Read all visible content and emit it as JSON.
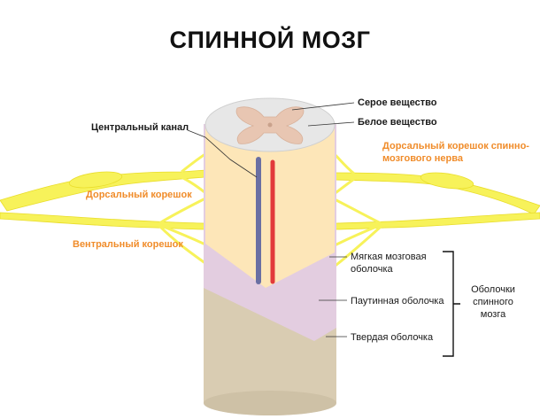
{
  "title": "СПИННОЙ МОЗГ",
  "labels": {
    "grey_matter": "Серое вещество",
    "white_matter": "Белое вещество",
    "central_canal": "Центральный канал",
    "dorsal_root_nerve_line1": "Дорсальный корешок спинно-",
    "dorsal_root_nerve_line2": "мозгового нерва",
    "dorsal_root": "Дорсальный корешок",
    "ventral_root": "Вентральный корешок",
    "pia_line1": "Мягкая мозговая",
    "pia_line2": "оболочка",
    "arachnoid": "Паутинная оболочка",
    "dura": "Твердая оболочка",
    "meninges_line1": "Оболочки",
    "meninges_line2": "спинного",
    "meninges_line3": "мозга"
  },
  "colors": {
    "cylinder": "#d9ccb2",
    "cylinder_dark": "#c4b69a",
    "arachnoid": "#e3cde0",
    "pia": "#fde6b8",
    "white_matter": "#e7e7e7",
    "grey_matter": "#e8c6b2",
    "nerves": "#f7f25a",
    "vein": "#6a6fa3",
    "artery": "#e2393b",
    "accent_label": "#f08c2a"
  }
}
